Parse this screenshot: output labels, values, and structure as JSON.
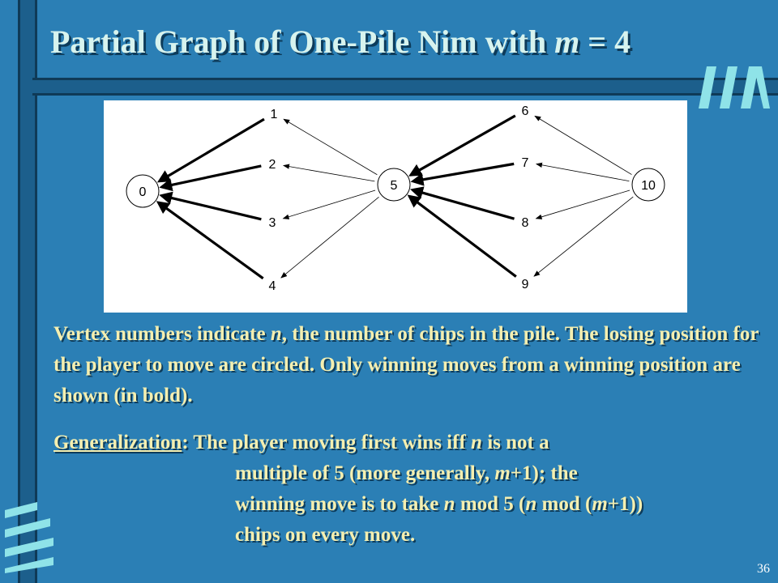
{
  "slide": {
    "title_prefix": "Partial Graph of One-Pile Nim with ",
    "title_var": "m",
    "title_suffix": " = 4",
    "page_number": "36"
  },
  "diagram": {
    "vertices": [
      {
        "id": "0",
        "label": "0",
        "circled": true
      },
      {
        "id": "1",
        "label": "1",
        "circled": false
      },
      {
        "id": "2",
        "label": "2",
        "circled": false
      },
      {
        "id": "3",
        "label": "3",
        "circled": false
      },
      {
        "id": "4",
        "label": "4",
        "circled": false
      },
      {
        "id": "5",
        "label": "5",
        "circled": true
      },
      {
        "id": "6",
        "label": "6",
        "circled": false
      },
      {
        "id": "7",
        "label": "7",
        "circled": false
      },
      {
        "id": "8",
        "label": "8",
        "circled": false
      },
      {
        "id": "9",
        "label": "9",
        "circled": false
      },
      {
        "id": "10",
        "label": "10",
        "circled": true
      }
    ],
    "edges": [
      {
        "from": "1",
        "to": "0",
        "bold": true
      },
      {
        "from": "2",
        "to": "0",
        "bold": true
      },
      {
        "from": "3",
        "to": "0",
        "bold": true
      },
      {
        "from": "4",
        "to": "0",
        "bold": true
      },
      {
        "from": "5",
        "to": "1",
        "bold": false
      },
      {
        "from": "5",
        "to": "2",
        "bold": false
      },
      {
        "from": "5",
        "to": "3",
        "bold": false
      },
      {
        "from": "5",
        "to": "4",
        "bold": false
      },
      {
        "from": "6",
        "to": "5",
        "bold": true
      },
      {
        "from": "7",
        "to": "5",
        "bold": true
      },
      {
        "from": "8",
        "to": "5",
        "bold": true
      },
      {
        "from": "9",
        "to": "5",
        "bold": true
      },
      {
        "from": "10",
        "to": "6",
        "bold": false
      },
      {
        "from": "10",
        "to": "7",
        "bold": false
      },
      {
        "from": "10",
        "to": "8",
        "bold": false
      },
      {
        "from": "10",
        "to": "9",
        "bold": false
      }
    ]
  },
  "text": {
    "p1_a": "Vertex numbers indicate ",
    "p1_n": "n",
    "p1_b": ", the number of chips in the pile.  The losing position for the player to move are circled.  Only winning moves from a winning position are shown (in bold).",
    "gen_word": "Generalization",
    "p2_a": ": The player moving first wins iff ",
    "p2_n1": "n",
    "p2_b": " is not a",
    "p2_c": "multiple of 5 (more generally, ",
    "p2_m1": "m",
    "p2_d": "+1); the",
    "p2_e": "winning move is to take  ",
    "p2_n2": "n",
    "p2_f": " mod 5 (",
    "p2_n3": "n",
    "p2_g": " mod (",
    "p2_m2": "m",
    "p2_h": "+1))",
    "p2_i": "chips on every move."
  }
}
